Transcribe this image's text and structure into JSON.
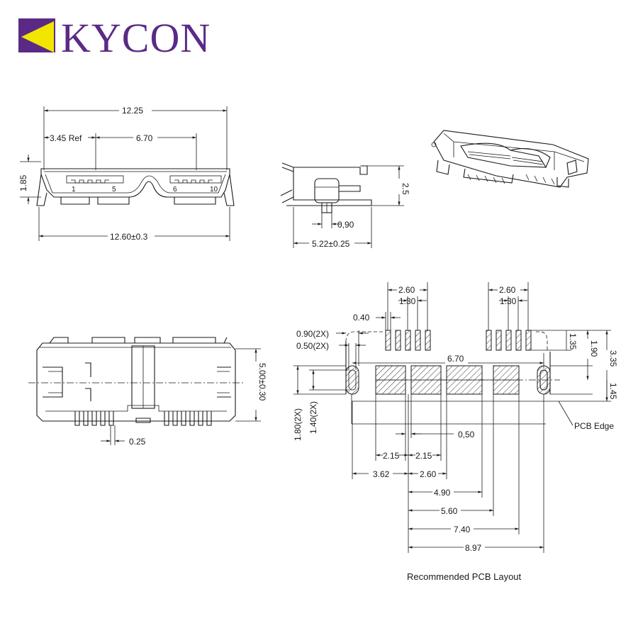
{
  "brand": {
    "name": "KYCON",
    "colors": {
      "purple": "#5b2a86",
      "yellow": "#f2e600"
    }
  },
  "front_view": {
    "dim_overall_top": "12.25",
    "dim_ref": "3.45 Ref",
    "dim_span": "6.70",
    "dim_height": "1.85",
    "dim_overall_bottom": "12.60±0.3",
    "pin_1": "1",
    "pin_5": "5",
    "pin_6": "6",
    "pin_10": "10"
  },
  "side_view": {
    "dim_height": "2.5",
    "dim_tab": "0,90",
    "dim_depth": "5.22±0.25"
  },
  "bottom_view": {
    "dim_depth": "5.00±0.30",
    "dim_pitch": "0.25"
  },
  "pcb_layout": {
    "dim_pad_group_left": "2.60",
    "dim_pad_pitch_left": "1.30",
    "dim_pad_group_right": "2.60",
    "dim_pad_pitch_right": "1.30",
    "dim_pad_width": "0.40",
    "dim_slot_outer": "0.90(2X)",
    "dim_slot_inner": "0.50(2X)",
    "dim_pad_row_span": "6.70",
    "dim_pad_length": "1.35",
    "dim_row_offset": "1.90",
    "dim_total_height": "3.35",
    "dim_lower": "1.45",
    "dim_slot_height_outer": "1.80(2X)",
    "dim_slot_height_inner": "1.40(2X)",
    "dim_gap": "0,50",
    "dim_a": "2.15",
    "dim_b": "2.15",
    "dim_c": "3.62",
    "dim_d": "2.60",
    "dim_e": "4.90",
    "dim_f": "5.60",
    "dim_g": "7.40",
    "dim_h": "8.97",
    "pcb_edge_label": "PCB Edge",
    "caption": "Recommended PCB Layout"
  }
}
